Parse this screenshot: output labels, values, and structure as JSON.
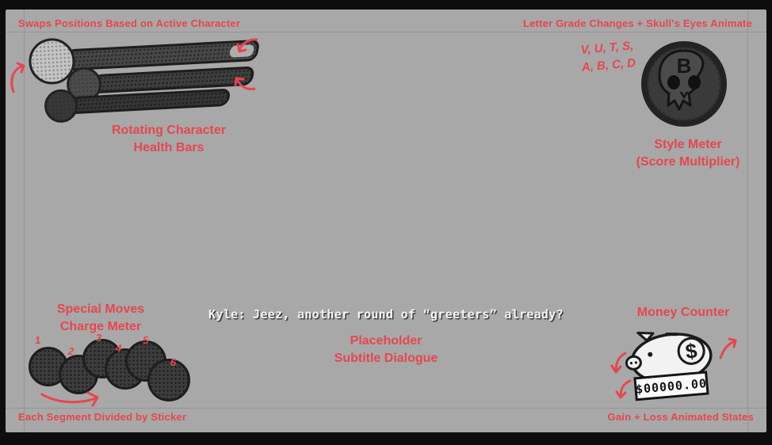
{
  "colors": {
    "background": "#a8a8a8",
    "frame": "#0d0d0d",
    "accent_red": "#e7464e",
    "dark_ui": "#3d3d3d",
    "subtitle_white": "#f4f4f4"
  },
  "annotations": {
    "top_left": "Swaps Positions Based on Active Character",
    "top_right": "Letter Grade Changes + Skull's Eyes Animate",
    "bottom_left": "Each Segment Divided by Sticker",
    "bottom_right": "Gain + Loss Animated States"
  },
  "hud": {
    "health": {
      "label_line1": "Rotating Character",
      "label_line2": "Health Bars"
    },
    "style": {
      "grades_line1": "V, U, T, S,",
      "grades_line2": "A, B, C, D",
      "current_grade": "B",
      "label_line1": "Style Meter",
      "label_line2": "(Score Multiplier)"
    },
    "charge": {
      "label_line1": "Special Moves",
      "label_line2": "Charge Meter",
      "segments": [
        "1",
        "2",
        "3",
        "4",
        "5",
        "6"
      ]
    },
    "money": {
      "label": "Money Counter",
      "amount": "$00000.00",
      "coin_symbol": "$"
    }
  },
  "subtitle": {
    "dialogue": "Kyle: Jeez, another round of “greeters” already?",
    "label_line1": "Placeholder",
    "label_line2": "Subtitle Dialogue"
  }
}
